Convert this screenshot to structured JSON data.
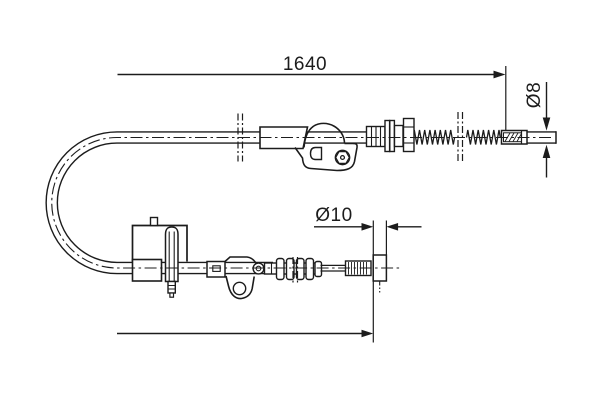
{
  "meta": {
    "background_color": "#ffffff",
    "line_color": "#1c1c1c",
    "drawing_kind": "brake-cable-technical-drawing"
  },
  "dimensions": {
    "overall_length": {
      "label": "1640"
    },
    "cable_end_diameter": {
      "label": "Ø8"
    },
    "fitting_diameter": {
      "label": "Ø10"
    }
  }
}
